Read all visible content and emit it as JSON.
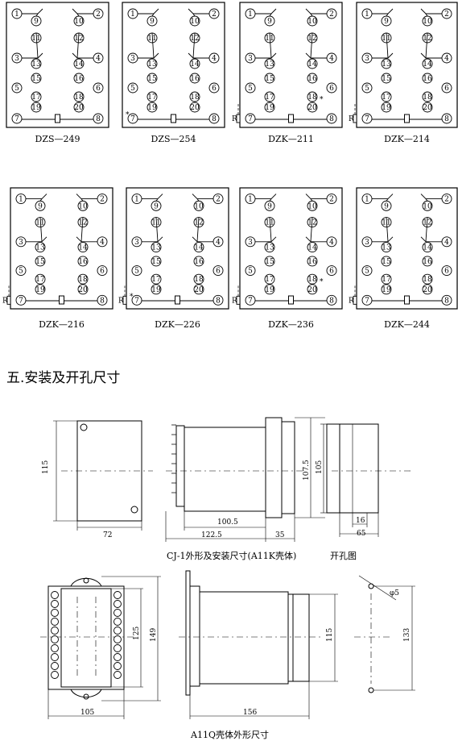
{
  "section_heading": "五.安装及开孔尺寸",
  "wiring_diagrams": [
    {
      "model": "DZS—249"
    },
    {
      "model": "DZS—254"
    },
    {
      "model": "DZK—211"
    },
    {
      "model": "DZK—214"
    },
    {
      "model": "DZK—216"
    },
    {
      "model": "DZK—226"
    },
    {
      "model": "DZK—236"
    },
    {
      "model": "DZK—244"
    }
  ],
  "terminal_labels": [
    "1",
    "2",
    "3",
    "4",
    "5",
    "6",
    "7",
    "8",
    "9",
    "10",
    "11",
    "12",
    "13",
    "14",
    "15",
    "16",
    "17",
    "18",
    "19",
    "20"
  ],
  "resistor_label": "R",
  "star_mark": "*",
  "cj1": {
    "caption": "CJ-1外形及安装尺寸(A11K壳体)",
    "cutout_caption": "开孔图",
    "dims": {
      "height": "115",
      "width": "72",
      "body_depth": "100.5",
      "total_depth": "122.5",
      "rear": "35",
      "side_h1": "107.5",
      "side_h2": "105",
      "cut_small": "16",
      "cut_width": "65"
    }
  },
  "a11q": {
    "caption": "A11Q壳体外形尺寸",
    "dims": {
      "width": "105",
      "inner_h": "125",
      "outer_h": "149",
      "depth": "156",
      "side_h": "115",
      "cut_h": "133",
      "hole": "φ5"
    }
  }
}
